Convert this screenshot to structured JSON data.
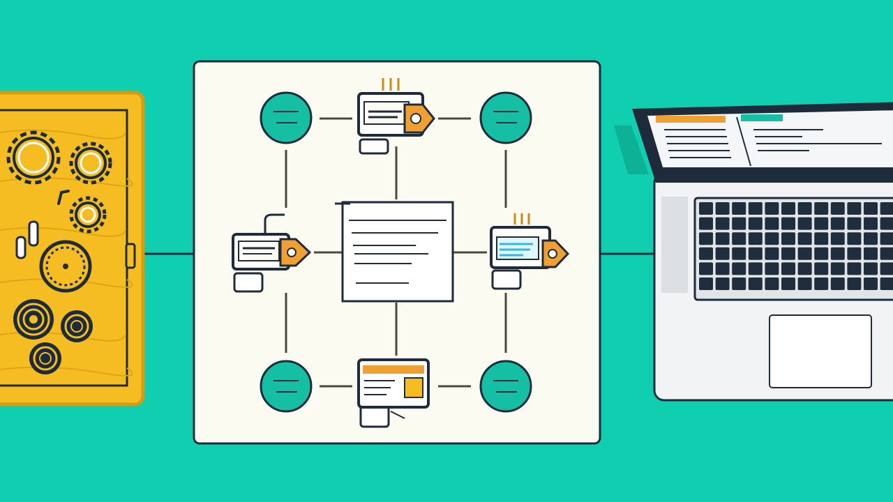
{
  "colors": {
    "background": "#10cfb0",
    "panel_fill": "#fbfbf2",
    "outline": "#1e2b3a",
    "teal_node": "#14bfa4",
    "yellow_board": "#f6bd22",
    "yellow_dark": "#d99a0c",
    "orange_accent": "#f0a030",
    "laptop_body": "#f1f3f4",
    "laptop_screen_frame": "#1e2b3a",
    "keyboard_key": "#1f2d3d"
  },
  "diagram": {
    "central_panel": "process-flow-panel",
    "nodes": [
      {
        "id": "node-top-left",
        "shape": "circle"
      },
      {
        "id": "node-top-center",
        "shape": "card-with-tag"
      },
      {
        "id": "node-top-right",
        "shape": "circle"
      },
      {
        "id": "node-middle-left",
        "shape": "card-with-tag"
      },
      {
        "id": "node-center",
        "shape": "document"
      },
      {
        "id": "node-middle-right",
        "shape": "card-with-tag"
      },
      {
        "id": "node-bottom-left",
        "shape": "circle"
      },
      {
        "id": "node-bottom-center",
        "shape": "card"
      },
      {
        "id": "node-bottom-right",
        "shape": "circle"
      }
    ],
    "left_element": "gear-board",
    "right_element": "laptop",
    "icons": [
      "gear-icon",
      "coil-icon",
      "document-icon",
      "tag-icon",
      "laptop-icon",
      "keyboard-icon"
    ]
  }
}
